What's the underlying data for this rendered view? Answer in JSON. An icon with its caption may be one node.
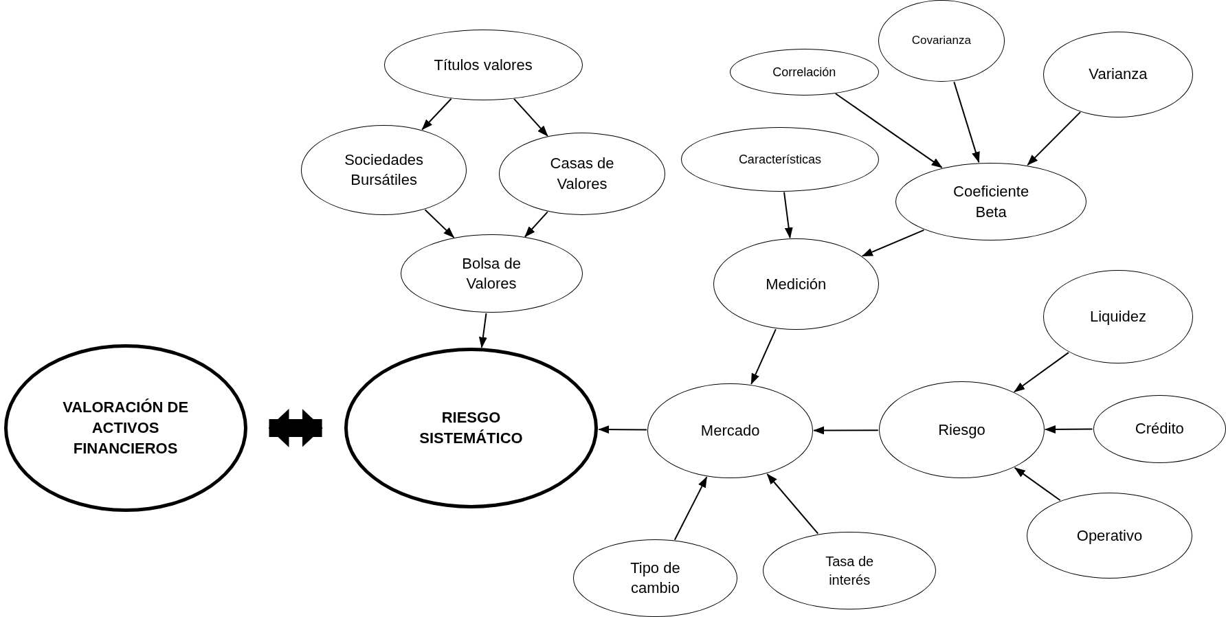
{
  "diagram": {
    "nodes": [
      {
        "text": [
          "Títulos valores"
        ]
      },
      {
        "text": [
          "Sociedades Bursátiles"
        ]
      },
      {
        "text": [
          "Casas de Valores"
        ]
      },
      {
        "text": [
          "Bolsa de Valores"
        ]
      },
      {
        "text": [
          "Correlación"
        ]
      },
      {
        "text": [
          "Covarianza"
        ]
      },
      {
        "text": [
          "Varianza"
        ]
      },
      {
        "text": [
          "Características"
        ]
      },
      {
        "text": [
          "Coeficiente Beta"
        ]
      },
      {
        "text": [
          "Medición"
        ]
      },
      {
        "text": [
          "Liquidez"
        ]
      },
      {
        "text": [
          "VALORACIÓN DE ACTIVOS FINANCIEROS"
        ]
      },
      {
        "text": [
          "RIESGO SISTEMÁTICO"
        ]
      },
      {
        "text": [
          "Mercado"
        ]
      },
      {
        "text": [
          "Riesgo"
        ]
      },
      {
        "text": [
          "Crédito"
        ]
      },
      {
        "text": [
          "Operativo"
        ]
      },
      {
        "text": [
          "Tipo de cambio"
        ]
      },
      {
        "text": [
          "Tasa de interés"
        ]
      }
    ],
    "edges": [
      {
        "from": 0,
        "to": 1,
        "arrow": "to"
      },
      {
        "from": 0,
        "to": 2,
        "arrow": "to"
      },
      {
        "from": 1,
        "to": 3,
        "arrow": "to"
      },
      {
        "from": 2,
        "to": 3,
        "arrow": "to"
      },
      {
        "from": 3,
        "to": 12,
        "arrow": "to"
      },
      {
        "from": 4,
        "to": 8,
        "arrow": "to"
      },
      {
        "from": 5,
        "to": 8,
        "arrow": "to"
      },
      {
        "from": 6,
        "to": 8,
        "arrow": "to"
      },
      {
        "from": 7,
        "to": 9,
        "arrow": "to"
      },
      {
        "from": 8,
        "to": 9,
        "arrow": "to"
      },
      {
        "from": 9,
        "to": 13,
        "arrow": "to"
      },
      {
        "from": 13,
        "to": 12,
        "arrow": "to"
      },
      {
        "from": 14,
        "to": 13,
        "arrow": "to"
      },
      {
        "from": 10,
        "to": 14,
        "arrow": "to"
      },
      {
        "from": 15,
        "to": 14,
        "arrow": "to"
      },
      {
        "from": 16,
        "to": 14,
        "arrow": "to"
      },
      {
        "from": 17,
        "to": 13,
        "arrow": "to"
      },
      {
        "from": 18,
        "to": 13,
        "arrow": "to"
      },
      {
        "from": 11,
        "to": 12,
        "arrow": "both",
        "style": "thick"
      }
    ]
  }
}
